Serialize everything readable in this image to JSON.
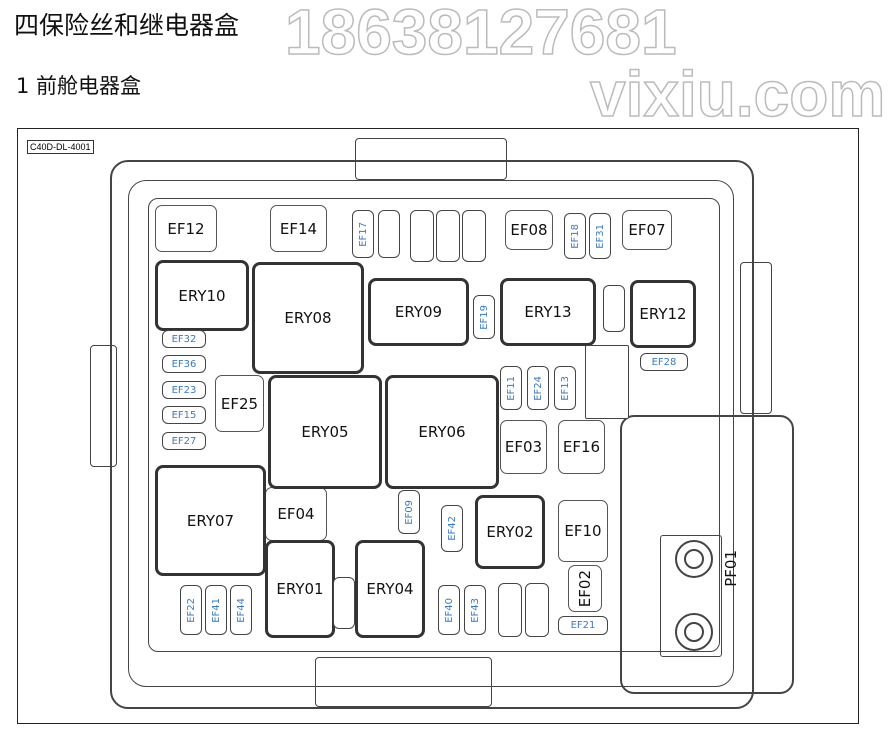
{
  "title": "四保险丝和继电器盒",
  "subtitle": "1 前舱电器盒",
  "diagram_code": "C40D-DL-4001",
  "watermark": [
    "vixiu.com",
    "18638127681"
  ],
  "fuse_boxes": {
    "ef12": "EF12",
    "ef14": "EF14",
    "ef08": "EF08",
    "ef07": "EF07",
    "ef25": "EF25",
    "ef03": "EF03",
    "ef16": "EF16",
    "ef04": "EF04",
    "ef10": "EF10",
    "ef02": "EF02"
  },
  "relays": {
    "ery10": "ERY10",
    "ery08": "ERY08",
    "ery09": "ERY09",
    "ery13": "ERY13",
    "ery12": "ERY12",
    "ery05": "ERY05",
    "ery06": "ERY06",
    "ery07": "ERY07",
    "ery02": "ERY02",
    "ery01": "ERY01",
    "ery04": "ERY04"
  },
  "mini_fuses": {
    "ef17": "EF17",
    "ef18": "EF18",
    "ef31": "EF31",
    "ef19": "EF19",
    "ef28": "EF28",
    "ef32": "EF32",
    "ef36": "EF36",
    "ef23": "EF23",
    "ef15": "EF15",
    "ef27": "EF27",
    "ef11": "EF11",
    "ef24": "EF24",
    "ef13": "EF13",
    "ef09": "EF09",
    "ef42": "EF42",
    "ef22": "EF22",
    "ef41": "EF41",
    "ef44": "EF44",
    "ef40": "EF40",
    "ef43": "EF43",
    "ef21": "EF21"
  },
  "main_fuse": "PF01"
}
